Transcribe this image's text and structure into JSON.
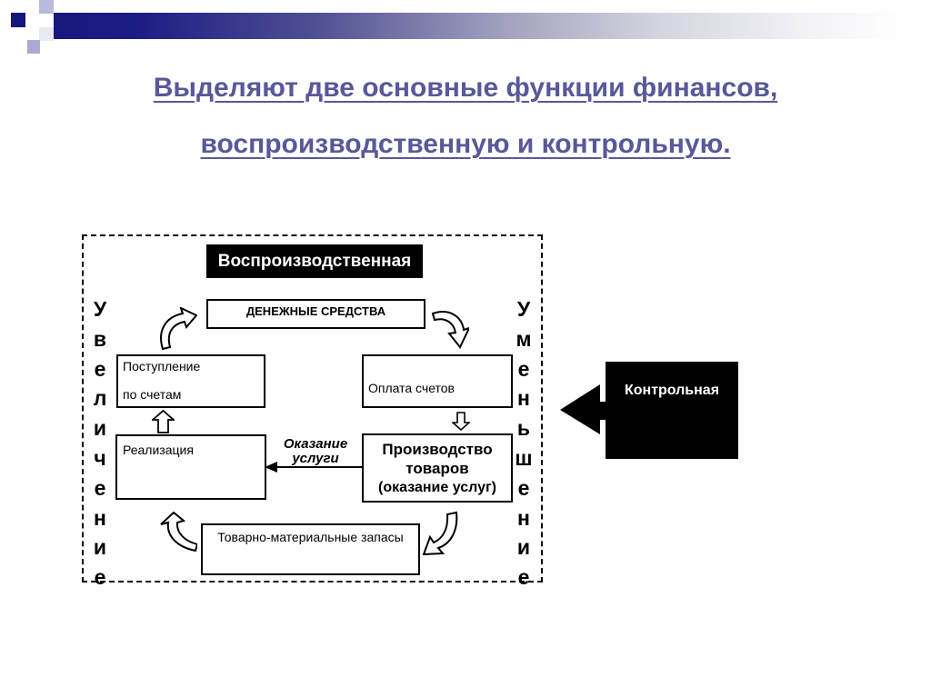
{
  "slide": {
    "title": {
      "line1": "Выделяют две основные функции финансов,",
      "line2": "воспроизводственную и контрольную."
    },
    "colors": {
      "title_text": "#58589a",
      "accent_navy": "#17177e",
      "box_fill_black": "#000000",
      "box_text_white": "#ffffff"
    }
  },
  "diagram": {
    "header_label": "Воспроизводственная",
    "control_label": "Контрольная",
    "boxes": {
      "cash": "ДЕНЕЖНЫЕ СРЕДСТВА",
      "receipts_line1": "Поступление",
      "receipts_line2": "по счетам",
      "payment": "Оплата счетов",
      "sales": "Реализация",
      "production_line1": "Производство",
      "production_line2": "товаров",
      "production_line3": "(оказание услуг)",
      "inventory": "Товарно-материальные запасы"
    },
    "arrow_label": {
      "line1": "Оказание",
      "line2": "услуги"
    },
    "rails": {
      "left": {
        "word": "Увеличение",
        "letters": [
          "У",
          "в",
          "е",
          "л",
          "и",
          "ч",
          "е",
          "н",
          "и",
          "е"
        ]
      },
      "right": {
        "word": "Уменьшение",
        "letters": [
          "У",
          "м",
          "е",
          "н",
          "ь",
          "ш",
          "е",
          "н",
          "и",
          "е"
        ]
      }
    }
  }
}
